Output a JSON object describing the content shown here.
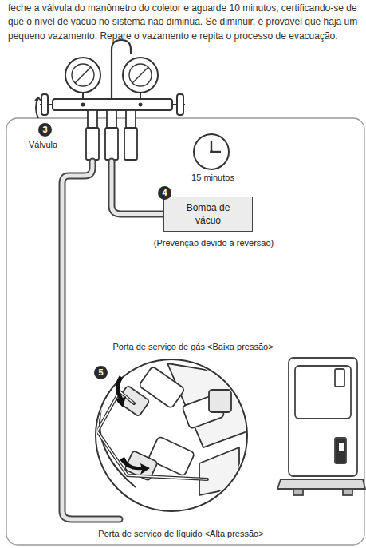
{
  "diagram": {
    "nodes": [
      {
        "text": [
          "Bomba de vácuo"
        ]
      }
    ],
    "labels": [
      "feche a válvula do manômetro do coletor e aguarde 10 minutos, certificando-se de que o nível de vácuo no sistema não diminua. Se diminuir, é provável que haja um pequeno vazamento. Repare o vazamento e repita o processo de evacuação.",
      "3",
      "Válvula",
      "15 minutos",
      "4",
      "(Prevenção devido à reversão)",
      "Porta de serviço de gás <Baixa pressão>",
      "5",
      "Porta de serviço de líquido <Alta pressão>"
    ]
  }
}
